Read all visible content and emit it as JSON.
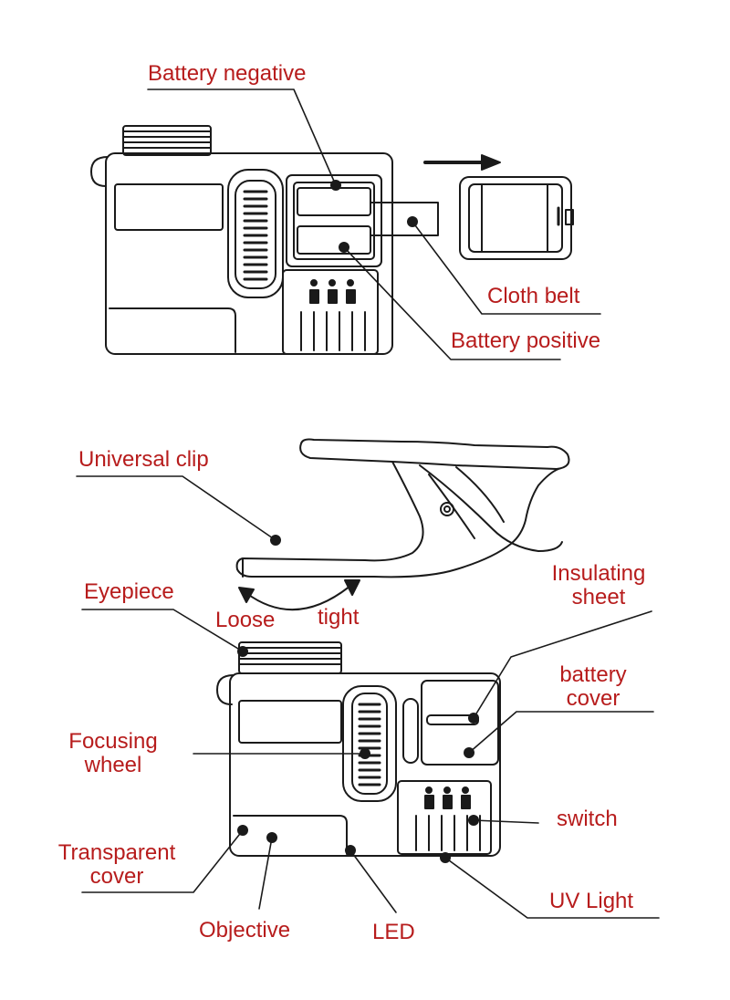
{
  "colors": {
    "label": "#b71c1c",
    "line": "#1a1a1a",
    "paper": "#ffffff"
  },
  "labels": {
    "battery_negative": "Battery negative",
    "cloth_belt": "Cloth belt",
    "battery_positive": "Battery positive",
    "universal_clip": "Universal clip",
    "eyepiece": "Eyepiece",
    "loose": "Loose",
    "tight": "tight",
    "insulating_sheet_line1": "Insulating",
    "insulating_sheet_line2": "sheet",
    "battery_cover_line1": "battery",
    "battery_cover_line2": "cover",
    "focusing_wheel_line1": "Focusing",
    "focusing_wheel_line2": "wheel",
    "switch": "switch",
    "transparent_cover_line1": "Transparent",
    "transparent_cover_line2": "cover",
    "uv_light": "UV Light",
    "objective": "Objective",
    "led": "LED"
  }
}
